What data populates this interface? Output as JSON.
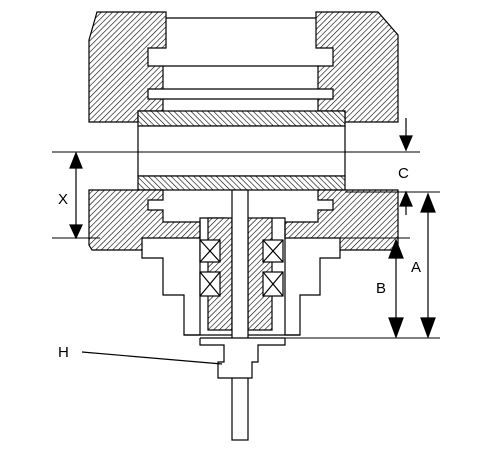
{
  "diagram": {
    "labels": {
      "c": "C",
      "x": "X",
      "a": "A",
      "b": "B",
      "h": "H"
    },
    "colors": {
      "ink": "#000000",
      "paper": "#ffffff"
    }
  }
}
